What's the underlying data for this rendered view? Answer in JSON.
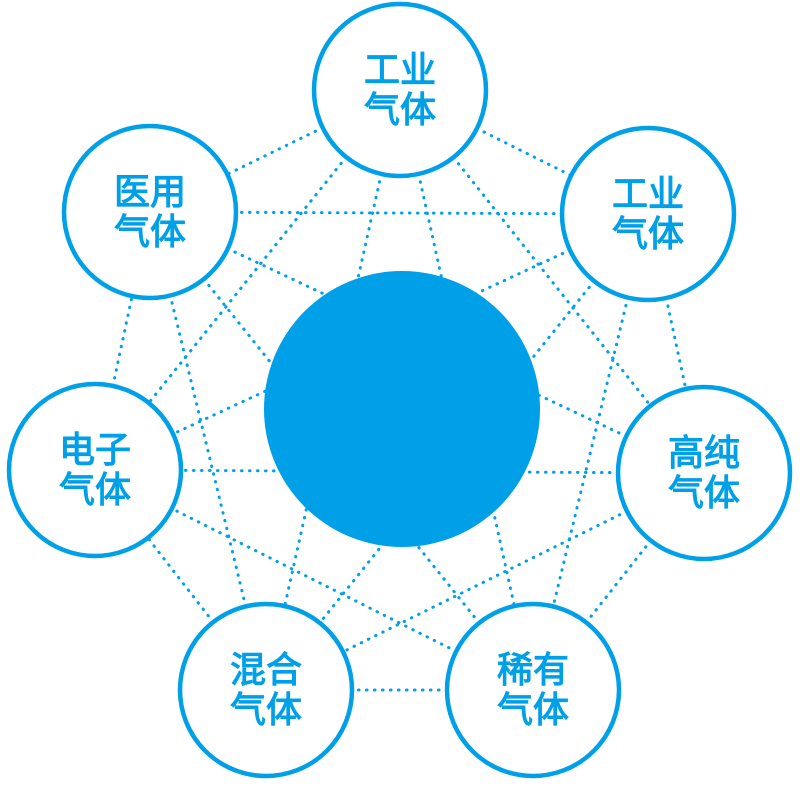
{
  "diagram": {
    "accent_color": "#00a0e9",
    "center_node": {
      "label": ""
    },
    "nodes": [
      {
        "id": "industrial-gas-top",
        "line1": "工业",
        "line2": "气体"
      },
      {
        "id": "industrial-gas-right",
        "line1": "工业",
        "line2": "气体"
      },
      {
        "id": "high-purity-gas",
        "line1": "高纯",
        "line2": "气体"
      },
      {
        "id": "rare-gas",
        "line1": "稀有",
        "line2": "气体"
      },
      {
        "id": "mixed-gas",
        "line1": "混合",
        "line2": "气体"
      },
      {
        "id": "electronic-gas",
        "line1": "电子",
        "line2": "气体"
      },
      {
        "id": "medical-gas",
        "line1": "医用",
        "line2": "气体"
      }
    ]
  }
}
